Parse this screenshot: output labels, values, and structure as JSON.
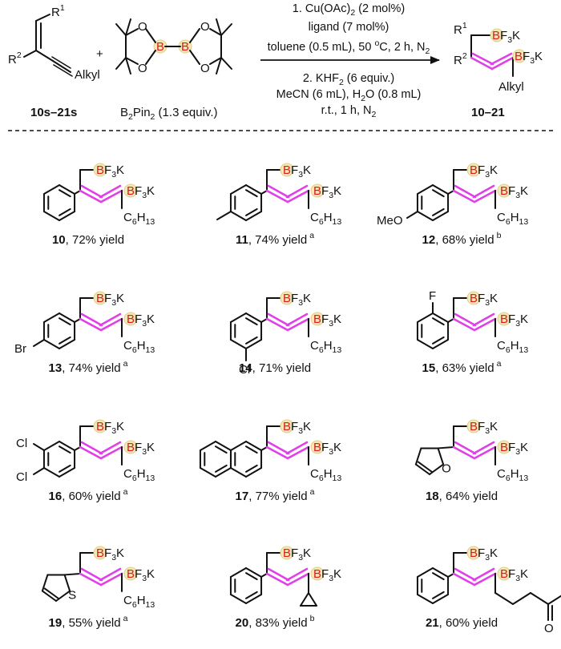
{
  "scheme": {
    "reactant_label": "10s–21s",
    "plus": "+",
    "substituent_r1": "R",
    "substituent_r2": "R",
    "sup1": "1",
    "sup2": "2",
    "alkyl": "Alkyl",
    "reagent_label_prefix": "B",
    "reagent_sub": "2",
    "reagent_mid": "Pin",
    "reagent_sub2": "2",
    "reagent_equiv": " (1.3 equiv.)",
    "product_label": "10–21",
    "boron": "B",
    "oxygen": "O",
    "conditions": {
      "line1": "1. Cu(OAc)",
      "line1_sub": "2",
      "line1_end": " (2 mol%)",
      "line2": "ligand (7 mol%)",
      "line3a": "toluene (0.5 mL), 50 ",
      "line3_sup": "o",
      "line3b": "C, 2 h, N",
      "line3_sub": "2",
      "line4": "2. KHF",
      "line4_sub": "2",
      "line4_end": " (6 equiv.)",
      "line5a": "MeCN (6 mL), H",
      "line5_sub": "2",
      "line5b": "O (0.8 mL)",
      "line6a": "r.t., 1 h, N",
      "line6_sub": "2"
    }
  },
  "group": {
    "bf3k_b": "B",
    "bf3k_f": "F",
    "bf3k_3": "3",
    "bf3k_k": "K",
    "hexyl_c": "C",
    "hexyl_6": "6",
    "hexyl_h": "H",
    "hexyl_13": "13"
  },
  "substituents": {
    "meo": "MeO",
    "br": "Br",
    "cl": "Cl",
    "f": "F",
    "s": "S",
    "o": "O"
  },
  "products": [
    {
      "num": "10",
      "yield": ", 72% yield",
      "note": ""
    },
    {
      "num": "11",
      "yield": ", 74% yield",
      "note": "a"
    },
    {
      "num": "12",
      "yield": ", 68% yield",
      "note": "b"
    },
    {
      "num": "13",
      "yield": ", 74% yield",
      "note": "a"
    },
    {
      "num": "14",
      "yield": ", 71% yield",
      "note": ""
    },
    {
      "num": "15",
      "yield": ", 63% yield",
      "note": "a"
    },
    {
      "num": "16",
      "yield": ", 60% yield",
      "note": "a"
    },
    {
      "num": "17",
      "yield": ", 77% yield",
      "note": "a"
    },
    {
      "num": "18",
      "yield": ", 64% yield",
      "note": ""
    },
    {
      "num": "19",
      "yield": ", 55% yield",
      "note": "a"
    },
    {
      "num": "20",
      "yield": ", 83% yield",
      "note": "b"
    },
    {
      "num": "21",
      "yield": ", 60% yield",
      "note": ""
    }
  ],
  "colors": {
    "allene": "#e040e8",
    "boron_highlight": "#f4e7b8",
    "boron_text": "#e0191b"
  }
}
